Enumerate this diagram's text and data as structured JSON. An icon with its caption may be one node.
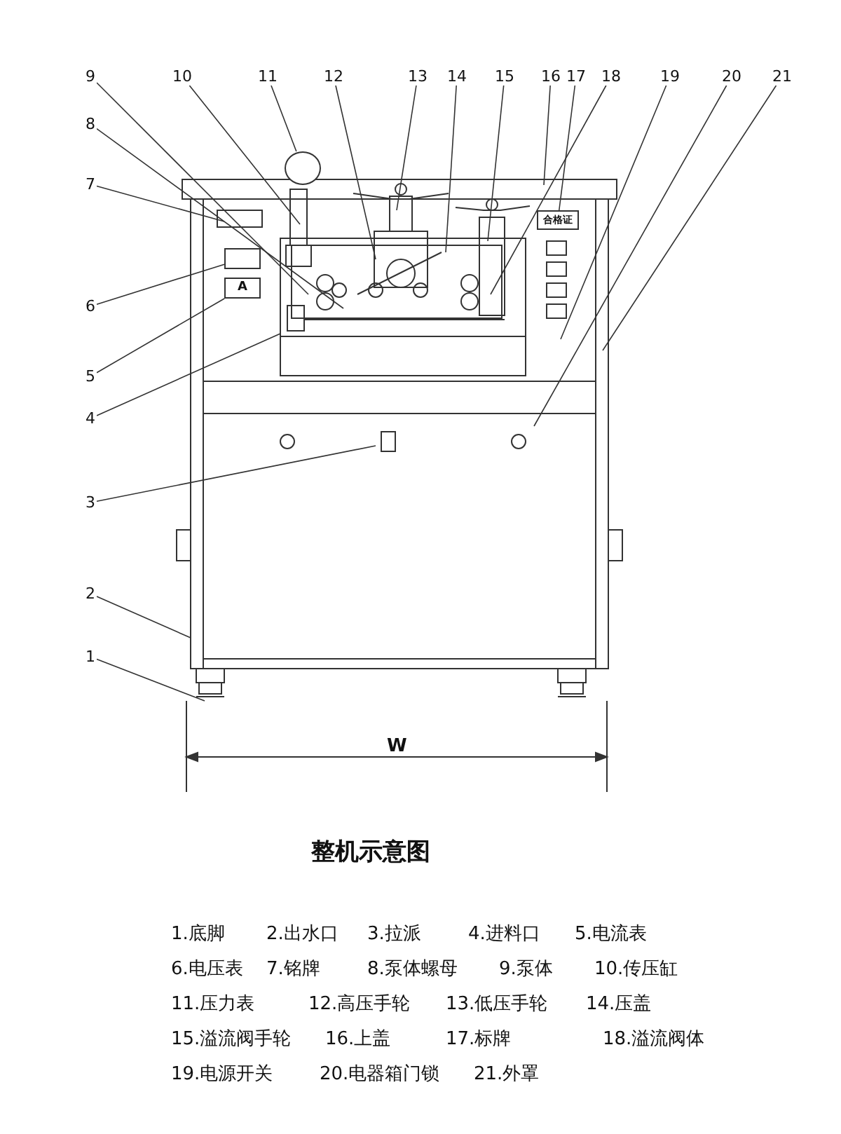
{
  "diagram": {
    "title": "整机示意图",
    "nodes": [
      {
        "text": [
          "9"
        ]
      },
      {
        "text": [
          "10"
        ]
      },
      {
        "text": [
          "11"
        ]
      },
      {
        "text": [
          "12"
        ]
      },
      {
        "text": [
          "13"
        ]
      },
      {
        "text": [
          "14"
        ]
      },
      {
        "text": [
          "15"
        ]
      },
      {
        "text": [
          "16"
        ]
      },
      {
        "text": [
          "17"
        ]
      },
      {
        "text": [
          "18"
        ]
      },
      {
        "text": [
          "19"
        ]
      },
      {
        "text": [
          "20"
        ]
      },
      {
        "text": [
          "21"
        ]
      },
      {
        "text": [
          "8"
        ]
      },
      {
        "text": [
          "7"
        ]
      },
      {
        "text": [
          "6"
        ]
      },
      {
        "text": [
          "5"
        ]
      },
      {
        "text": [
          "4"
        ]
      },
      {
        "text": [
          "3"
        ]
      },
      {
        "text": [
          "2"
        ]
      },
      {
        "text": [
          "1"
        ]
      },
      {
        "text": [
          "合格证"
        ]
      },
      {
        "text": [
          "A"
        ]
      },
      {
        "text": [],
        "shape": "box"
      },
      {
        "text": [],
        "shape": "circle"
      }
    ],
    "edges": [
      {
        "from": 0,
        "to": null,
        "arrow": "none"
      },
      {
        "from": 1,
        "to": null,
        "arrow": "none"
      },
      {
        "from": 2,
        "to": 24,
        "arrow": "none"
      },
      {
        "from": 3,
        "to": null,
        "arrow": "none"
      },
      {
        "from": 4,
        "to": null,
        "arrow": "none"
      },
      {
        "from": 5,
        "to": null,
        "arrow": "none"
      },
      {
        "from": 6,
        "to": null,
        "arrow": "none"
      },
      {
        "from": 7,
        "to": null,
        "arrow": "none"
      },
      {
        "from": 8,
        "to": 21,
        "arrow": "none"
      },
      {
        "from": 9,
        "to": null,
        "arrow": "none"
      },
      {
        "from": 10,
        "to": null,
        "arrow": "none"
      },
      {
        "from": 11,
        "to": null,
        "arrow": "none"
      },
      {
        "from": 12,
        "to": null,
        "arrow": "none"
      },
      {
        "from": 13,
        "to": null,
        "arrow": "none"
      },
      {
        "from": 14,
        "to": null,
        "arrow": "none"
      },
      {
        "from": 15,
        "to": 23,
        "arrow": "none"
      },
      {
        "from": 16,
        "to": 22,
        "arrow": "none"
      },
      {
        "from": 17,
        "to": null,
        "arrow": "none"
      },
      {
        "from": 18,
        "to": null,
        "arrow": "none"
      },
      {
        "from": 19,
        "to": null,
        "arrow": "none"
      },
      {
        "from": 20,
        "to": null,
        "arrow": "none"
      }
    ],
    "labels": [
      "W",
      "1.底脚",
      "2.出水口",
      "3.拉派",
      "4.进料口",
      "5.电流表",
      "6.电压表",
      "7.铭牌",
      "8.泵体螺母",
      "9.泵体",
      "10.传压缸",
      "11.压力表",
      "12.高压手轮",
      "13.低压手轮",
      "14.压盖",
      "15.溢流阀手轮",
      "16.上盖",
      "17.标牌",
      "18.溢流阀体",
      "19.电源开关",
      "20.电器箱门锁",
      "21.外罩"
    ]
  }
}
